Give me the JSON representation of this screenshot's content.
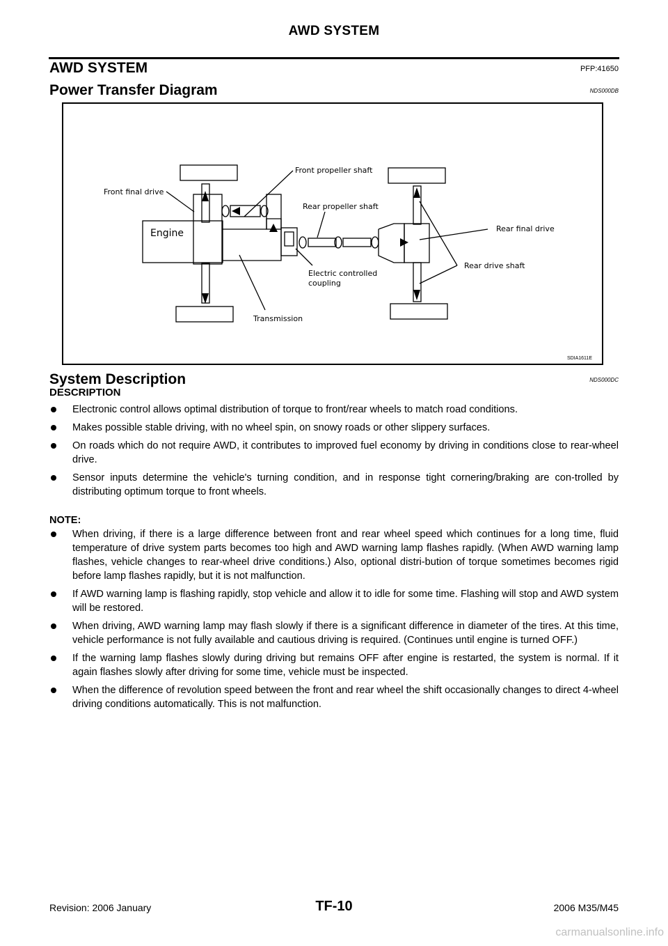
{
  "header": {
    "title": "AWD SYSTEM"
  },
  "section": {
    "title": "AWD SYSTEM",
    "pfp": "PFP:41650"
  },
  "diagram_section": {
    "title": "Power Transfer Diagram",
    "code": "NDS000DB"
  },
  "diagram": {
    "figure_id": "SDIA1611E",
    "labels": {
      "front_propeller_shaft": "Front propeller shaft",
      "front_final_drive": "Front final drive",
      "rear_propeller_shaft": "Rear propeller shaft",
      "engine": "Engine",
      "rear_final_drive": "Rear final drive",
      "rear_drive_shaft": "Rear drive shaft",
      "ecc_line1": "Electric controlled",
      "ecc_line2": "coupling",
      "transmission": "Transmission"
    }
  },
  "system_section": {
    "title": "System Description",
    "code": "NDS000DC"
  },
  "description": {
    "heading": "DESCRIPTION",
    "items": [
      "Electronic control allows optimal distribution of torque to front/rear wheels to match road conditions.",
      "Makes possible stable driving, with no wheel spin, on snowy roads or other slippery surfaces.",
      "On roads which do not require AWD, it contributes to improved fuel economy by driving in conditions close to rear-wheel drive.",
      "Sensor inputs determine the vehicle's turning condition, and in response tight cornering/braking are con-trolled by distributing optimum torque to front wheels."
    ]
  },
  "note": {
    "label": "NOTE:",
    "items": [
      "When driving, if there is a large difference between front and rear wheel speed which continues for a long time, fluid temperature of drive system parts becomes too high and AWD warning lamp flashes rapidly. (When AWD warning lamp flashes, vehicle changes to rear-wheel drive conditions.) Also, optional distri-bution of torque sometimes becomes rigid before lamp flashes rapidly, but it is not malfunction.",
      "If AWD warning lamp is flashing rapidly, stop vehicle and allow it to idle for some time. Flashing will stop and AWD system will be restored.",
      "When driving, AWD warning lamp may flash slowly if there is a significant difference in diameter of the tires. At this time, vehicle performance is not fully available and cautious driving is required. (Continues until engine is turned OFF.)",
      "If the warning lamp flashes slowly during driving but remains OFF after engine is restarted, the system is normal. If it again flashes slowly after driving for some time, vehicle must be inspected.",
      "When the difference of revolution speed between the front and rear wheel the shift occasionally changes to direct 4-wheel driving conditions automatically. This is not malfunction."
    ]
  },
  "footer": {
    "left": "Revision: 2006 January",
    "center": "TF-10",
    "right": "2006 M35/M45"
  },
  "watermark": "carmanualsonline.info"
}
